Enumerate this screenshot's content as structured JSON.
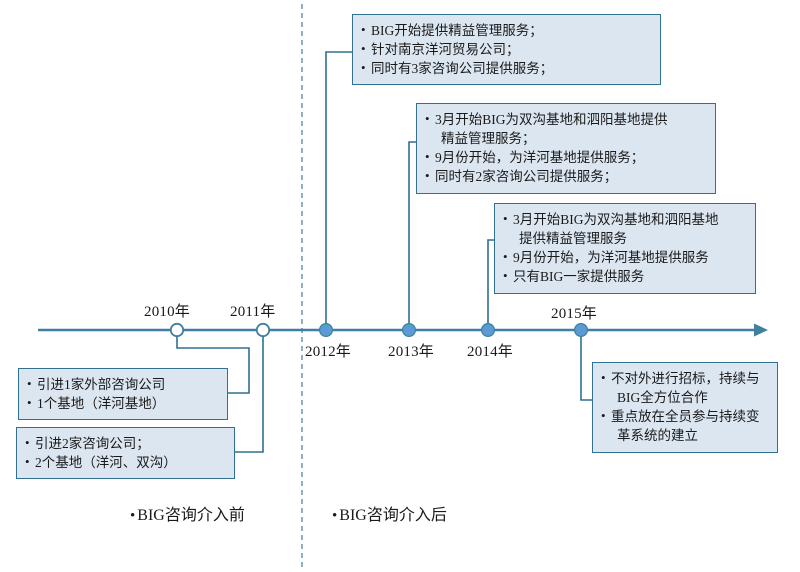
{
  "diagram": {
    "title_axis": "timeline-axis",
    "colors": {
      "box_fill": "#dce6f1",
      "box_border": "#31708f",
      "axis": "#3f7fa0",
      "dot_filled": "#5b9bd5",
      "dot_hollow": "#ffffff",
      "connector": "#31708f",
      "divider": "#5b8fa8"
    },
    "milestones": [
      {
        "id": "2010",
        "label": "2010年",
        "marker": "hollow"
      },
      {
        "id": "2011",
        "label": "2011年",
        "marker": "hollow"
      },
      {
        "id": "2012",
        "label": "2012年",
        "marker": "filled"
      },
      {
        "id": "2013",
        "label": "2013年",
        "marker": "filled"
      },
      {
        "id": "2014",
        "label": "2014年",
        "marker": "filled"
      },
      {
        "id": "2015",
        "label": "2015年",
        "marker": "filled"
      }
    ],
    "callouts": {
      "box2012": [
        "BIG开始提供精益管理服务；",
        "针对南京洋河贸易公司；",
        "同时有3家咨询公司提供服务；"
      ],
      "box2013": [
        "3月开始BIG为双沟基地和泗阳基地提供",
        "精益管理服务；",
        "9月份开始，为洋河基地提供服务；",
        "同时有2家咨询公司提供服务；"
      ],
      "box2014": [
        "3月开始BIG为双沟基地和泗阳基地",
        "提供精益管理服务",
        "9月份开始，为洋河基地提供服务",
        "只有BIG一家提供服务"
      ],
      "box2015": [
        "不对外进行招标，持续与",
        "BIG全方位合作",
        "重点放在全员参与持续变",
        "革系统的建立"
      ],
      "box2010": [
        "引进1家外部咨询公司",
        "1个基地（洋河基地）"
      ],
      "box2011": [
        "引进2家咨询公司；",
        "2个基地（洋河、双沟）"
      ]
    },
    "footer": {
      "before": "BIG咨询介入前",
      "after": "BIG咨询介入后"
    }
  }
}
